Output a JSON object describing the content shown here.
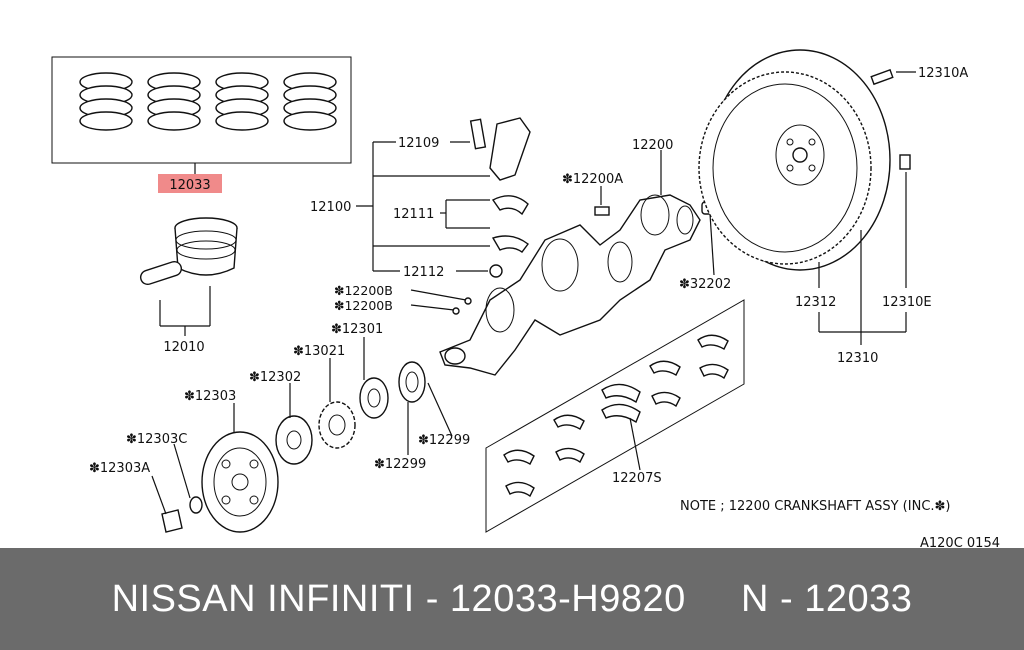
{
  "diagram": {
    "callouts": {
      "piston_ring_set": "12033",
      "piston": "12010",
      "bolt_12109": "12109",
      "rod_assy": "12100",
      "rod_bearing": "12111",
      "nut_12112": "12112",
      "crank_pin_a": "✽12200A",
      "crankshaft": "12200",
      "pilot_bushing": "✽32202",
      "pin_b1": "✽12200B",
      "pin_b2": "✽12200B",
      "spacer_12301": "✽12301",
      "sprocket": "✽13021",
      "washer_12302": "✽12302",
      "pulley": "✽12303",
      "washer_12303c": "✽12303C",
      "bolt_12303a": "✽12303A",
      "seal_a": "✽12299",
      "seal_b": "✽12299",
      "main_bearings": "12207S",
      "fw_bolt": "12310A",
      "ring_gear": "12312",
      "dowel": "12310E",
      "flywheel": "12310"
    },
    "note": "NOTE ; 12200 CRANKSHAFT ASSY (INC.✽)",
    "drawing_code": "A120C 0154",
    "highlight_color": "#f08a8a"
  },
  "footer": {
    "text": "NISSAN INFINITI - 12033-H9820     N - 12033",
    "background": "#6b6b6b"
  }
}
